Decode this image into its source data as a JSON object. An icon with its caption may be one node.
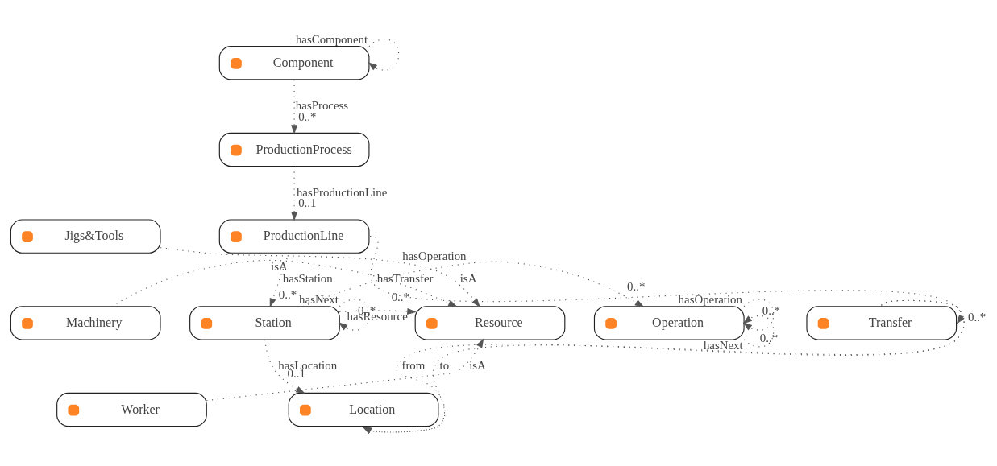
{
  "diagram": {
    "nodes": [
      {
        "text": [
          "Component"
        ]
      },
      {
        "text": [
          "ProductionProcess"
        ]
      },
      {
        "text": [
          "ProductionLine"
        ]
      },
      {
        "text": [
          "Jigs&Tools"
        ]
      },
      {
        "text": [
          "Machinery"
        ]
      },
      {
        "text": [
          "Worker"
        ]
      },
      {
        "text": [
          "Resource"
        ]
      },
      {
        "text": [
          "Station"
        ]
      },
      {
        "text": [
          "Operation"
        ]
      },
      {
        "text": [
          "Location"
        ]
      },
      {
        "text": [
          "Transfer"
        ]
      }
    ],
    "edges": [
      {
        "from": 0,
        "to": 0,
        "arrow": "to",
        "label": "hasComponent"
      },
      {
        "from": 0,
        "to": 1,
        "arrow": "to",
        "label": "hasProcess"
      },
      {
        "from": 1,
        "to": 2,
        "arrow": "to",
        "label": "hasProductionLine"
      },
      {
        "from": 2,
        "to": 7,
        "arrow": "to",
        "label": "hasStation"
      },
      {
        "from": 3,
        "to": 6,
        "arrow": "to",
        "label": "isA"
      },
      {
        "from": 4,
        "to": 6,
        "arrow": "to",
        "label": "isA"
      },
      {
        "from": 5,
        "to": 6,
        "arrow": "to",
        "label": "isA"
      },
      {
        "from": 7,
        "to": 6,
        "arrow": "to",
        "label": "hasResource"
      },
      {
        "from": 7,
        "to": 7,
        "arrow": "to",
        "label": "hasNext"
      },
      {
        "from": 7,
        "to": 8,
        "arrow": "to",
        "label": "hasOperation"
      },
      {
        "from": 8,
        "to": 8,
        "arrow": "to",
        "label": "hasOperation"
      },
      {
        "from": 8,
        "to": 8,
        "arrow": "to",
        "label": "hasNext"
      },
      {
        "from": 7,
        "to": 9,
        "arrow": "to",
        "label": "hasLocation"
      },
      {
        "from": 2,
        "to": 10,
        "arrow": "to",
        "label": "hasTransfer"
      },
      {
        "from": 10,
        "to": 9,
        "arrow": "to",
        "label": "to"
      },
      {
        "from": 10,
        "to": 9,
        "arrow": "to",
        "label": "from"
      }
    ],
    "labels": [
      "0..*",
      "0..1",
      "0..*",
      "0..*",
      "0..*",
      "0..*",
      "0..*",
      "0..1",
      "0..*",
      "0..*"
    ]
  }
}
